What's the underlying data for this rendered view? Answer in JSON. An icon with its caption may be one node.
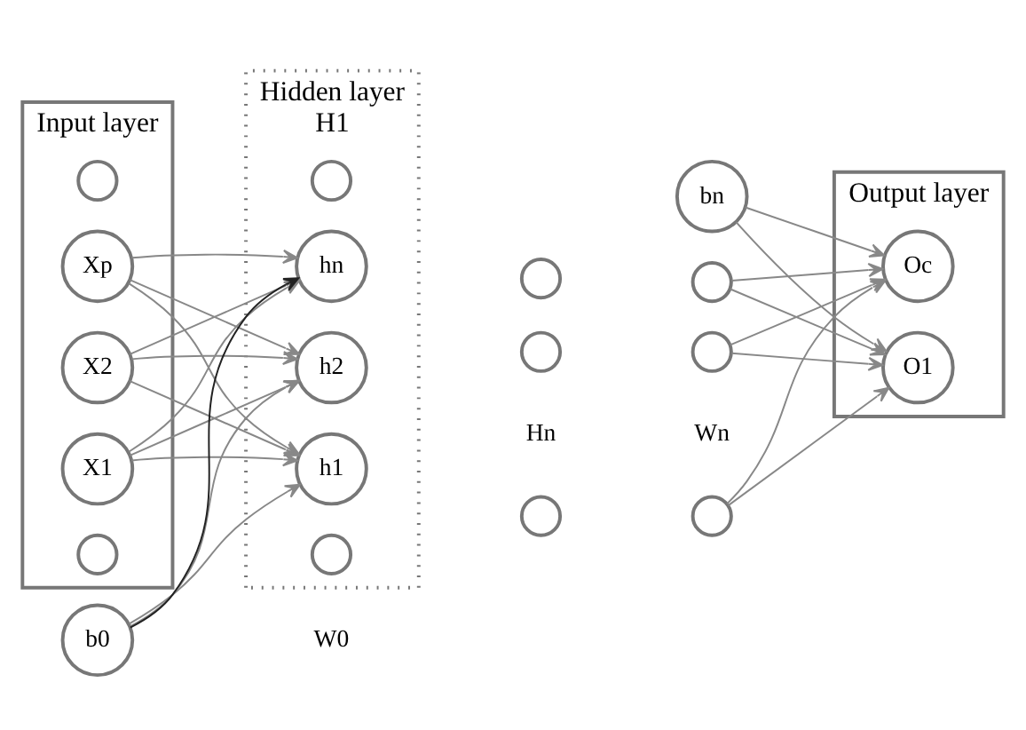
{
  "diagram": {
    "nodes": [
      {
        "text": [
          "Input layer"
        ]
      },
      {
        "text": [
          "X1"
        ],
        "in": 0
      },
      {
        "text": [
          "X2"
        ],
        "in": 0
      },
      {
        "text": [],
        "shape": "circle",
        "in": 0
      },
      {
        "text": [],
        "shape": "circle",
        "in": 0
      },
      {
        "text": [
          "Xp"
        ],
        "in": 0
      },
      {
        "text": [
          "b0"
        ]
      },
      {
        "text": [
          "Hidden layer",
          "H1"
        ]
      },
      {
        "text": [
          "h1"
        ],
        "in": 7
      },
      {
        "text": [
          "h2"
        ],
        "in": 7
      },
      {
        "text": [],
        "shape": "circle",
        "in": 7
      },
      {
        "text": [],
        "shape": "circle",
        "in": 7
      },
      {
        "text": [
          "hn"
        ],
        "in": 7
      },
      {
        "text": [],
        "shape": "circle"
      },
      {
        "text": [],
        "shape": "circle"
      },
      {
        "text": [],
        "shape": "circle"
      },
      {
        "text": [],
        "shape": "circle"
      },
      {
        "text": [],
        "shape": "circle"
      },
      {
        "text": [],
        "shape": "circle"
      },
      {
        "text": [
          "bn"
        ]
      },
      {
        "text": [
          "Output layer"
        ]
      },
      {
        "text": [
          "O1"
        ],
        "in": 20
      },
      {
        "text": [
          "Oc"
        ],
        "in": 20
      }
    ],
    "edges": [
      {
        "from": 1,
        "to": 8,
        "arrow": "to"
      },
      {
        "from": 1,
        "to": 9,
        "arrow": "to"
      },
      {
        "from": 1,
        "to": 12,
        "arrow": "to"
      },
      {
        "from": 2,
        "to": 8,
        "arrow": "to"
      },
      {
        "from": 2,
        "to": 9,
        "arrow": "to"
      },
      {
        "from": 2,
        "to": 12,
        "arrow": "to"
      },
      {
        "from": 5,
        "to": 8,
        "arrow": "to"
      },
      {
        "from": 5,
        "to": 9,
        "arrow": "to"
      },
      {
        "from": 5,
        "to": 12,
        "arrow": "to"
      },
      {
        "from": 6,
        "to": 8,
        "arrow": "to"
      },
      {
        "from": 6,
        "to": 9,
        "arrow": "to"
      },
      {
        "from": 6,
        "to": 12,
        "arrow": "to",
        "color": "#222222"
      },
      {
        "from": 16,
        "to": 21,
        "arrow": "to"
      },
      {
        "from": 16,
        "to": 22,
        "arrow": "to"
      },
      {
        "from": 17,
        "to": 21,
        "arrow": "to"
      },
      {
        "from": 17,
        "to": 22,
        "arrow": "to"
      },
      {
        "from": 18,
        "to": 21,
        "arrow": "to"
      },
      {
        "from": 18,
        "to": 22,
        "arrow": "to"
      },
      {
        "from": 19,
        "to": 21,
        "arrow": "to"
      },
      {
        "from": 19,
        "to": 22,
        "arrow": "to"
      }
    ],
    "labels": [
      "Hn",
      "Wn",
      "W0"
    ]
  }
}
